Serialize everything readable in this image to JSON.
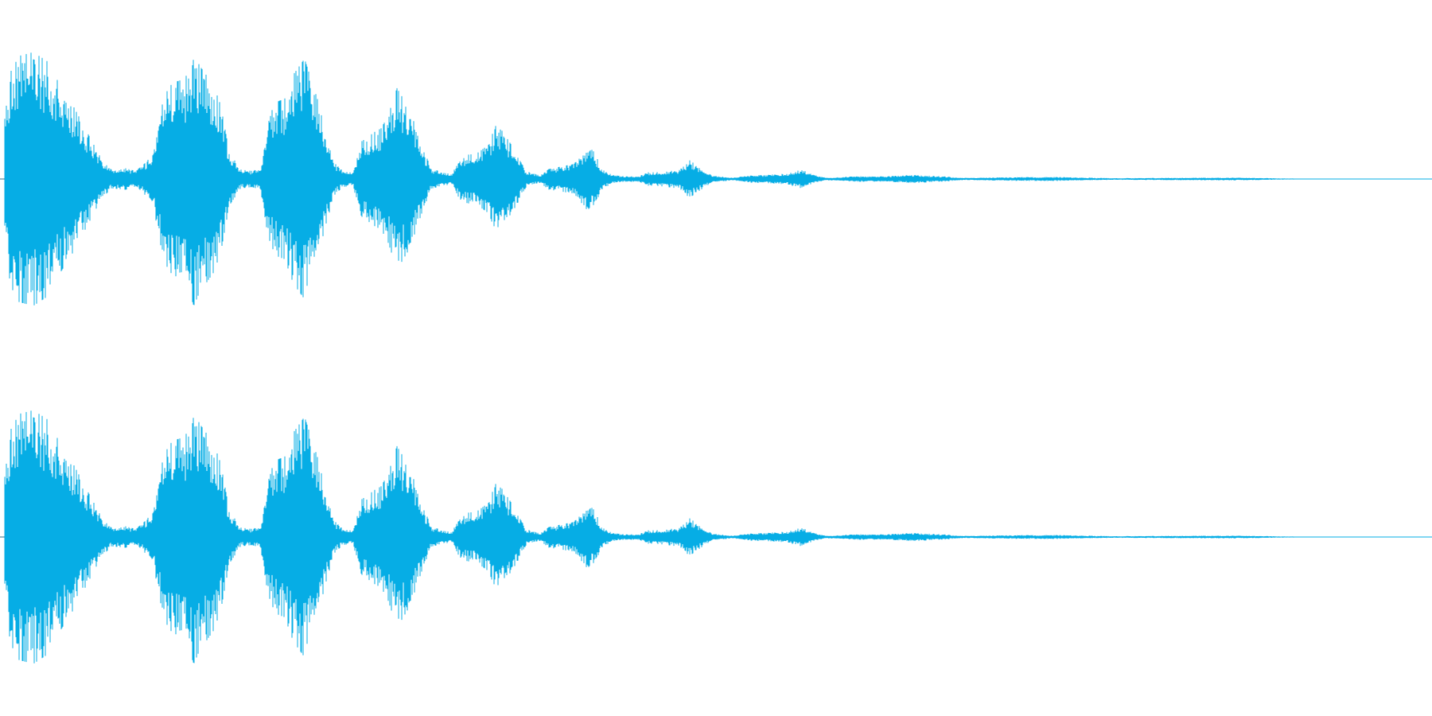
{
  "colors": {
    "background": "#ffffff",
    "waveform": "#06ade5"
  },
  "chart_data": {
    "type": "area",
    "title": "",
    "xlabel": "",
    "ylabel": "",
    "grid": false,
    "legend": "none",
    "ylim": [
      -1,
      1
    ],
    "xlim": [
      0,
      1
    ],
    "channels": [
      {
        "name": "",
        "index": 0
      },
      {
        "name": "",
        "index": 1
      }
    ],
    "envelope": {
      "x": [
        0.0,
        0.004,
        0.01,
        0.02,
        0.03,
        0.038,
        0.048,
        0.058,
        0.068,
        0.075,
        0.085,
        0.092,
        0.097,
        0.104,
        0.112,
        0.118,
        0.127,
        0.133,
        0.137,
        0.147,
        0.152,
        0.158,
        0.166,
        0.174,
        0.18,
        0.186,
        0.192,
        0.197,
        0.203,
        0.211,
        0.22,
        0.226,
        0.232,
        0.238,
        0.245,
        0.251,
        0.26,
        0.265,
        0.27,
        0.276,
        0.285,
        0.294,
        0.3,
        0.308,
        0.315,
        0.32,
        0.325,
        0.332,
        0.341,
        0.345,
        0.35,
        0.36,
        0.367,
        0.372,
        0.377,
        0.383,
        0.39,
        0.395,
        0.403,
        0.41,
        0.415,
        0.42,
        0.428,
        0.436,
        0.446,
        0.452,
        0.458,
        0.466,
        0.474,
        0.482,
        0.49,
        0.497,
        0.503,
        0.512,
        0.52,
        0.528,
        0.536,
        0.55,
        0.561,
        0.567,
        0.573,
        0.578,
        0.583,
        0.59,
        0.6,
        0.62,
        0.64,
        0.66,
        0.67,
        0.68,
        0.69,
        0.7,
        0.72,
        0.74,
        0.76,
        0.78,
        0.8,
        0.83,
        0.86,
        0.88,
        0.9,
        0.92,
        0.94,
        0.96,
        0.98,
        1.0
      ],
      "y": [
        0.45,
        0.8,
        0.92,
        0.95,
        0.88,
        0.72,
        0.55,
        0.35,
        0.15,
        0.07,
        0.08,
        0.06,
        0.1,
        0.18,
        0.62,
        0.72,
        0.75,
        0.95,
        0.85,
        0.7,
        0.55,
        0.2,
        0.07,
        0.06,
        0.08,
        0.48,
        0.58,
        0.6,
        0.78,
        0.9,
        0.6,
        0.34,
        0.12,
        0.06,
        0.05,
        0.28,
        0.35,
        0.38,
        0.48,
        0.68,
        0.52,
        0.24,
        0.08,
        0.05,
        0.04,
        0.15,
        0.18,
        0.19,
        0.26,
        0.4,
        0.36,
        0.2,
        0.06,
        0.04,
        0.03,
        0.08,
        0.09,
        0.1,
        0.13,
        0.25,
        0.2,
        0.08,
        0.03,
        0.02,
        0.02,
        0.05,
        0.05,
        0.06,
        0.07,
        0.14,
        0.08,
        0.03,
        0.02,
        0.01,
        0.02,
        0.03,
        0.03,
        0.04,
        0.07,
        0.04,
        0.02,
        0.01,
        0.01,
        0.015,
        0.02,
        0.02,
        0.03,
        0.02,
        0.01,
        0.008,
        0.01,
        0.012,
        0.014,
        0.015,
        0.01,
        0.006,
        0.007,
        0.009,
        0.01,
        0.008,
        0.004,
        0.002,
        0.001,
        0.003,
        0.001,
        0.0
      ]
    }
  }
}
